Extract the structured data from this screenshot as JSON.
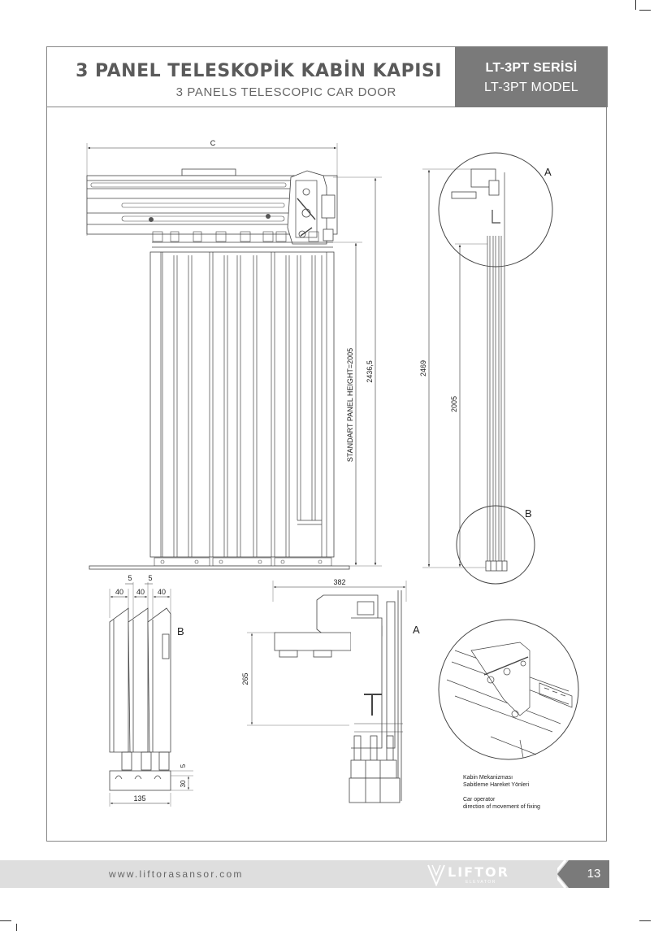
{
  "header": {
    "title_tr": "3 PANEL TELESKOPİK KABİN KAPISI",
    "title_en": "3 PANELS TELESCOPIC CAR DOOR",
    "model_tr": "LT-3PT SERİSİ",
    "model_en": "LT-3PT MODEL"
  },
  "drawing": {
    "dim_c": "C",
    "dim_standart_panel_height": "STANDART PANEL HEIGHT=2005",
    "dim_2436": "2436,5",
    "dim_2469": "2469",
    "dim_2005": "2005",
    "label_a": "A",
    "label_b": "B",
    "dim_5_a": "5",
    "dim_5_b": "5",
    "dim_40_a": "40",
    "dim_40_b": "40",
    "dim_40_c": "40",
    "dim_135": "135",
    "dim_5_c": "5",
    "dim_30": "30",
    "dim_382": "382",
    "dim_265": "265"
  },
  "notes": {
    "line1": "Kabin Mekanizması",
    "line2": "Sabitleme Hareket Yönleri",
    "line3": "Car operator",
    "line4": "direction of movement of fixing"
  },
  "footer": {
    "website": "www.liftorasansor.com",
    "logo_text": "LIFTOR",
    "logo_sub": "ELEVATOR",
    "page_number": "13"
  },
  "colors": {
    "header_box": "#7a7a7a",
    "footer_bar": "#dedede",
    "page_tab": "#7a7a7a"
  }
}
